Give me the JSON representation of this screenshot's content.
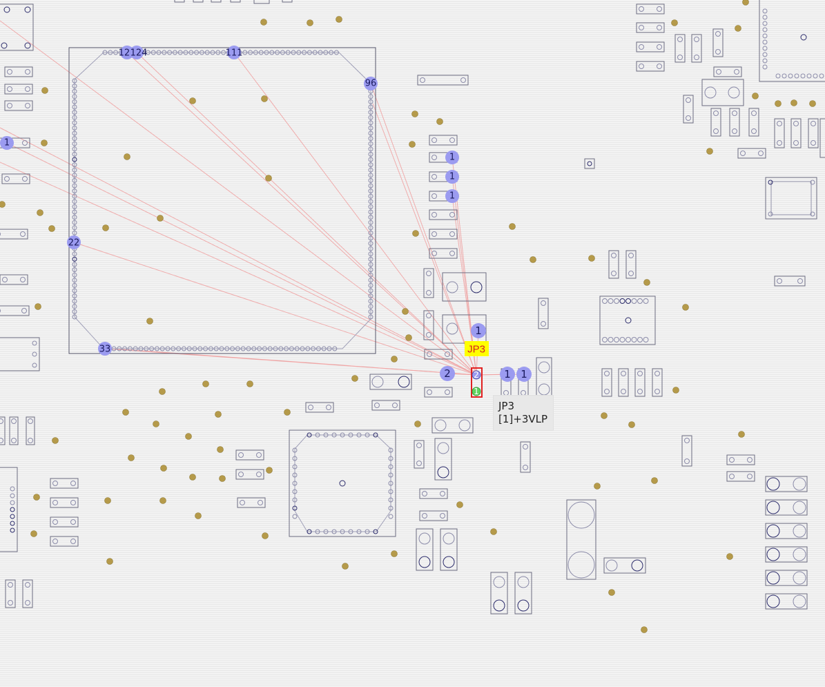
{
  "pcb_view": {
    "selected_part": {
      "designator": "JP3",
      "pin_1_label": "1",
      "pin_2_label": "2"
    },
    "tooltip": {
      "line1": "JP3",
      "line2": "[1]+3VLP"
    },
    "pin_labels": {
      "qfp_top_left_a": "125",
      "qfp_top_left_b": "124",
      "qfp_top_mid": "111",
      "qfp_top_right": "96",
      "qfp_left": "22",
      "qfp_bottom_left": "33",
      "left_part_pin": "1",
      "resistor_a_pin": "1",
      "resistor_b_pin": "1",
      "resistor_c_pin": "1",
      "upper_part_pin": "1",
      "left_cap_pin": "2",
      "right_part_a_pin": "1",
      "right_part_b_pin": "1"
    },
    "colors": {
      "board_bg": "#efefef",
      "outline": "#6b6b80",
      "pad_stroke": "#8a8aa8",
      "via": "#b59a4a",
      "ratsnest": "#f0a0a0",
      "pin_highlight": "#9b9bf0",
      "designator_bg": "#ffff00",
      "designator_text": "#d42020",
      "selection": "#e02020",
      "pin1_fill": "#5fd45f"
    }
  }
}
